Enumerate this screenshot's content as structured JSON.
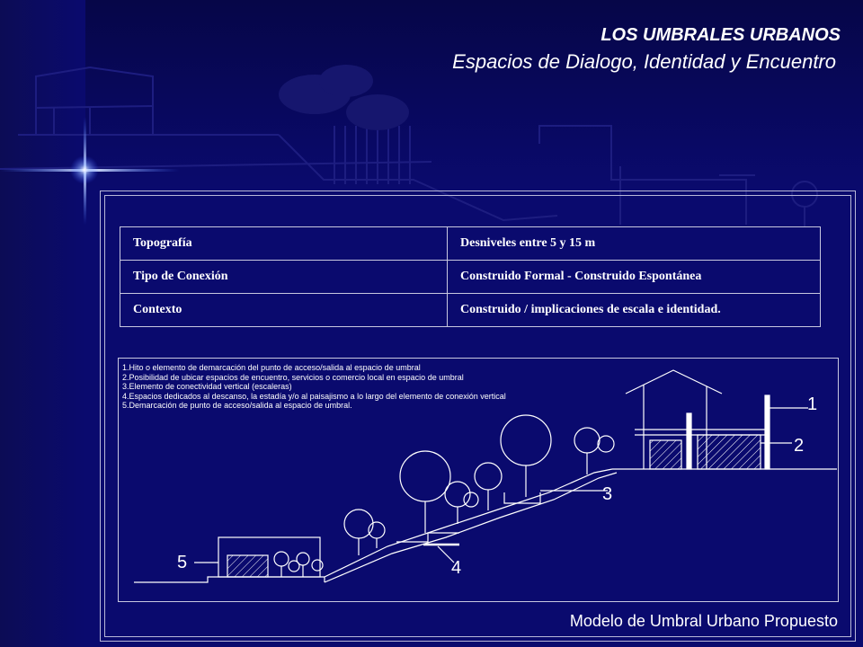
{
  "header": {
    "title": "LOS UMBRALES URBANOS",
    "subtitle": "Espacios de Dialogo, Identidad y Encuentro"
  },
  "info_table": {
    "rows": [
      {
        "label": "Topografía",
        "value": "Desniveles entre 5 y 15 m"
      },
      {
        "label": "Tipo de Conexión",
        "value": "Construido Formal  - Construido Espontánea"
      },
      {
        "label": "Contexto",
        "value": "Construido / implicaciones de escala e identidad."
      }
    ]
  },
  "diagram": {
    "notes": [
      "1.Hito o elemento de demarcación del punto de acceso/salida al espacio de umbral",
      "2.Posibilidad de ubicar espacios de encuentro, servicios o comercio local en espacio de umbral",
      "3.Elemento de conectividad vertical (escaleras)",
      "4.Espacios dedicados al descanso, la estadía y/o al paisajismo a lo largo del elemento de conexión vertical",
      "5.Demarcación de punto de acceso/salida al espacio de umbral."
    ],
    "callouts": [
      "1",
      "2",
      "3",
      "4",
      "5"
    ]
  },
  "footer": {
    "caption": "Modelo de Umbral Urbano Propuesto"
  },
  "colors": {
    "background": "#0a0a6e",
    "line": "#ffffff",
    "backdrop_line": "#1c1c7a"
  }
}
